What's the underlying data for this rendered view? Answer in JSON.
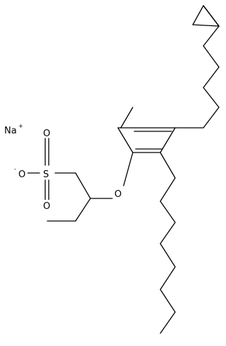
{
  "molecule": {
    "counter_ion": {
      "symbol": "Na",
      "charge": "+"
    },
    "sulfonate": {
      "sulfur": "S",
      "oxygen_top": "O",
      "oxygen_bottom": "O",
      "oxygen_left": "O",
      "oxygen_left_charge": "-"
    },
    "ether_oxygen": "O"
  }
}
